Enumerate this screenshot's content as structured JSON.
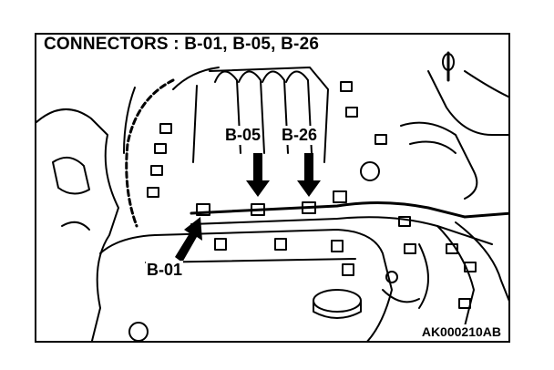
{
  "title": "CONNECTORS : B-01, B-05, B-26",
  "labels": {
    "b05": "B-05",
    "b26": "B-26",
    "b01": "B-01"
  },
  "figure_code": "AK000210AB",
  "colors": {
    "ink": "#000000",
    "paper": "#ffffff"
  }
}
